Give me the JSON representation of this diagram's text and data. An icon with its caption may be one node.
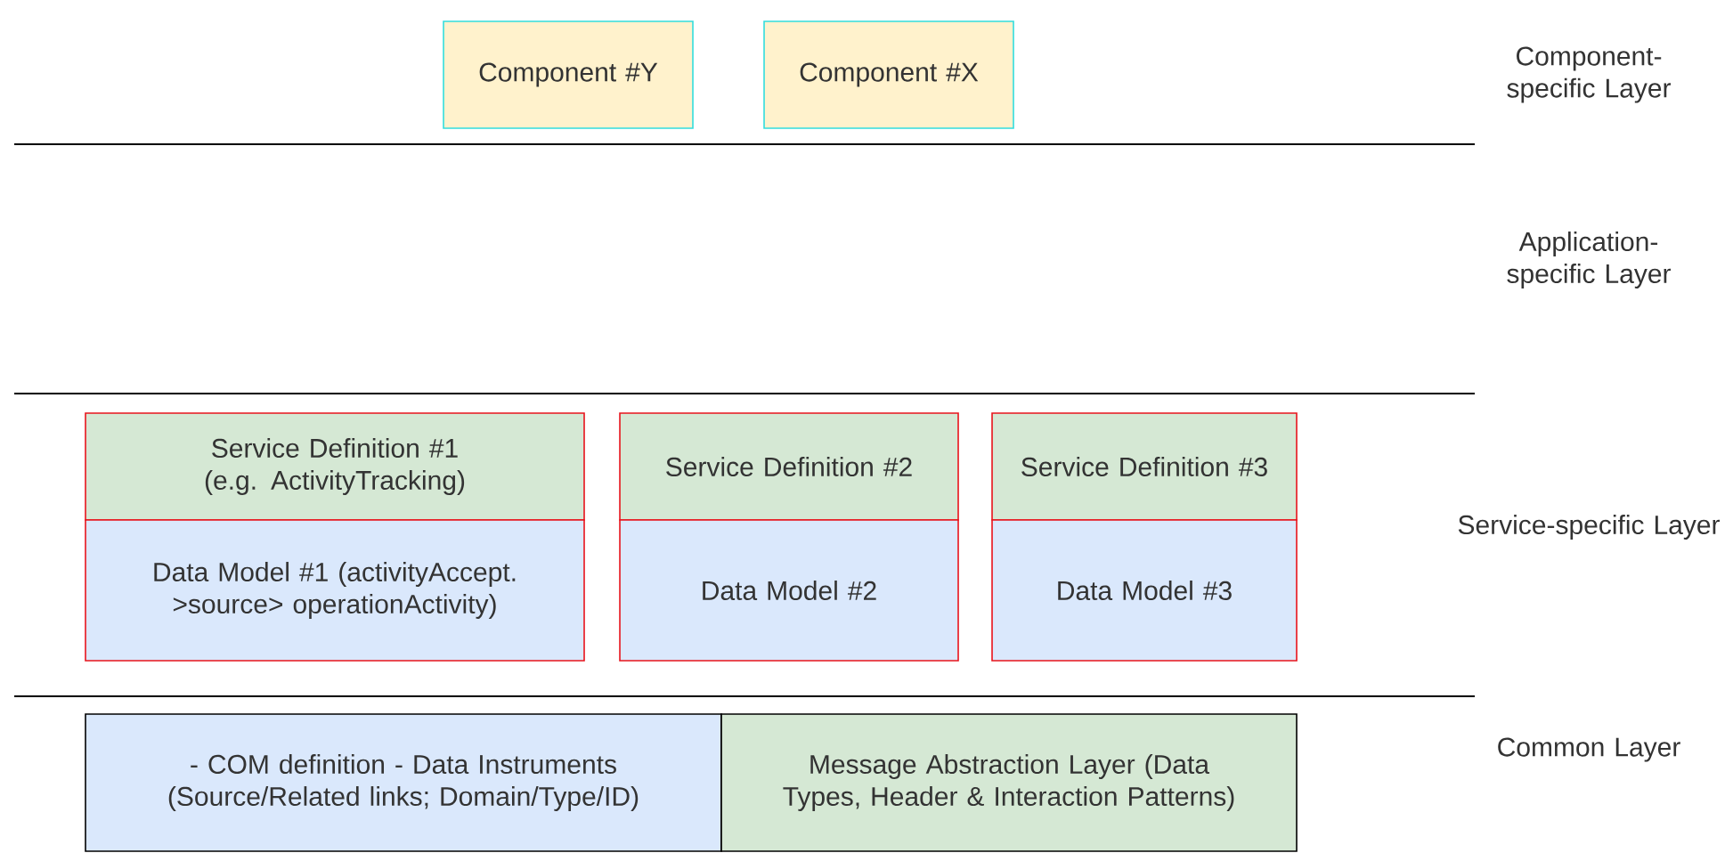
{
  "diagram": {
    "nodes": [
      {
        "text": [
          "Component #Y"
        ]
      },
      {
        "text": [
          "Component #X"
        ]
      },
      {
        "text": [
          "Service Definition #1 (e.g. ActivityTracking)"
        ]
      },
      {
        "text": [
          "Data Model #1 (activityAccept. >source> operationActivity)"
        ]
      },
      {
        "text": [
          "Service Definition #2"
        ]
      },
      {
        "text": [
          "Data Model #2"
        ]
      },
      {
        "text": [
          "Service Definition #3"
        ]
      },
      {
        "text": [
          "Data Model #3"
        ]
      },
      {
        "text": [
          "- COM definition - Data Instruments (Source/Related links; Domain/Type/ID)"
        ]
      },
      {
        "text": [
          "Message Abstraction Layer (Data Types, Header & Interaction Patterns)"
        ]
      }
    ],
    "edges": [],
    "labels": [
      "Component-specific Layer",
      "Application-specific Layer",
      "Service-specific Layer",
      "Common Layer"
    ]
  }
}
